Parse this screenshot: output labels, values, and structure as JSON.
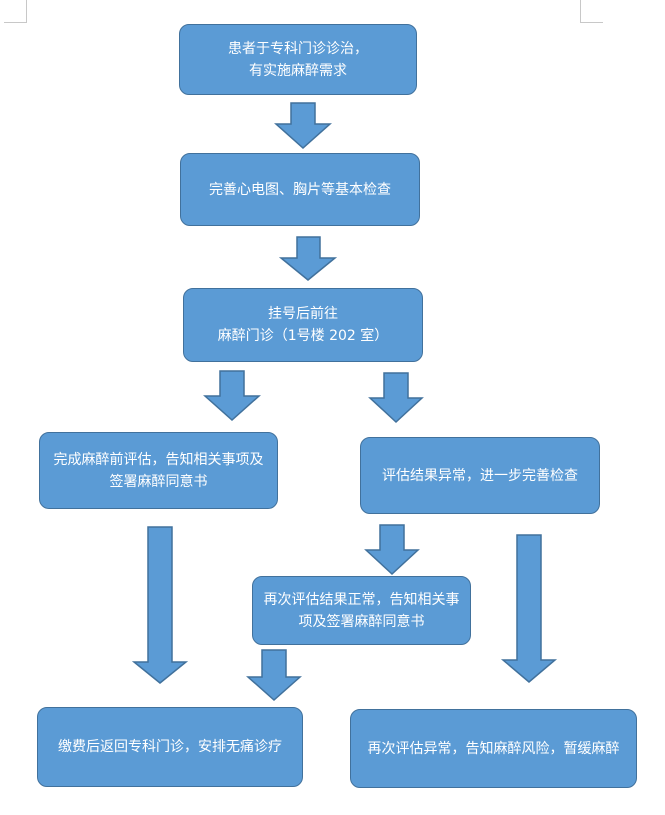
{
  "flowchart": {
    "colors": {
      "fill": "#5b9bd5",
      "stroke": "#41719c",
      "text": "#ffffff"
    },
    "nodes": {
      "specialist_visit": [
        "患者于专科门诊诊治，",
        "有实施麻醉需求"
      ],
      "basic_exams": [
        "完善心电图、胸片等基本检查"
      ],
      "register_clinic": [
        "挂号后前往",
        "麻醉门诊（1号楼 202 室）"
      ],
      "pre_assessment": [
        "完成麻醉前评估，告知相关事项及",
        "签署麻醉同意书"
      ],
      "abnormal_result": [
        "评估结果异常，进一步完善检查"
      ],
      "reassess_normal": [
        "再次评估结果正常，告知相关事",
        "项及签署麻醉同意书"
      ],
      "pay_return": [
        "缴费后返回专科门诊，安排无痛诊疗"
      ],
      "reassess_abnormal": [
        "再次评估异常，告知麻醉风险，暂缓麻醉"
      ]
    }
  }
}
